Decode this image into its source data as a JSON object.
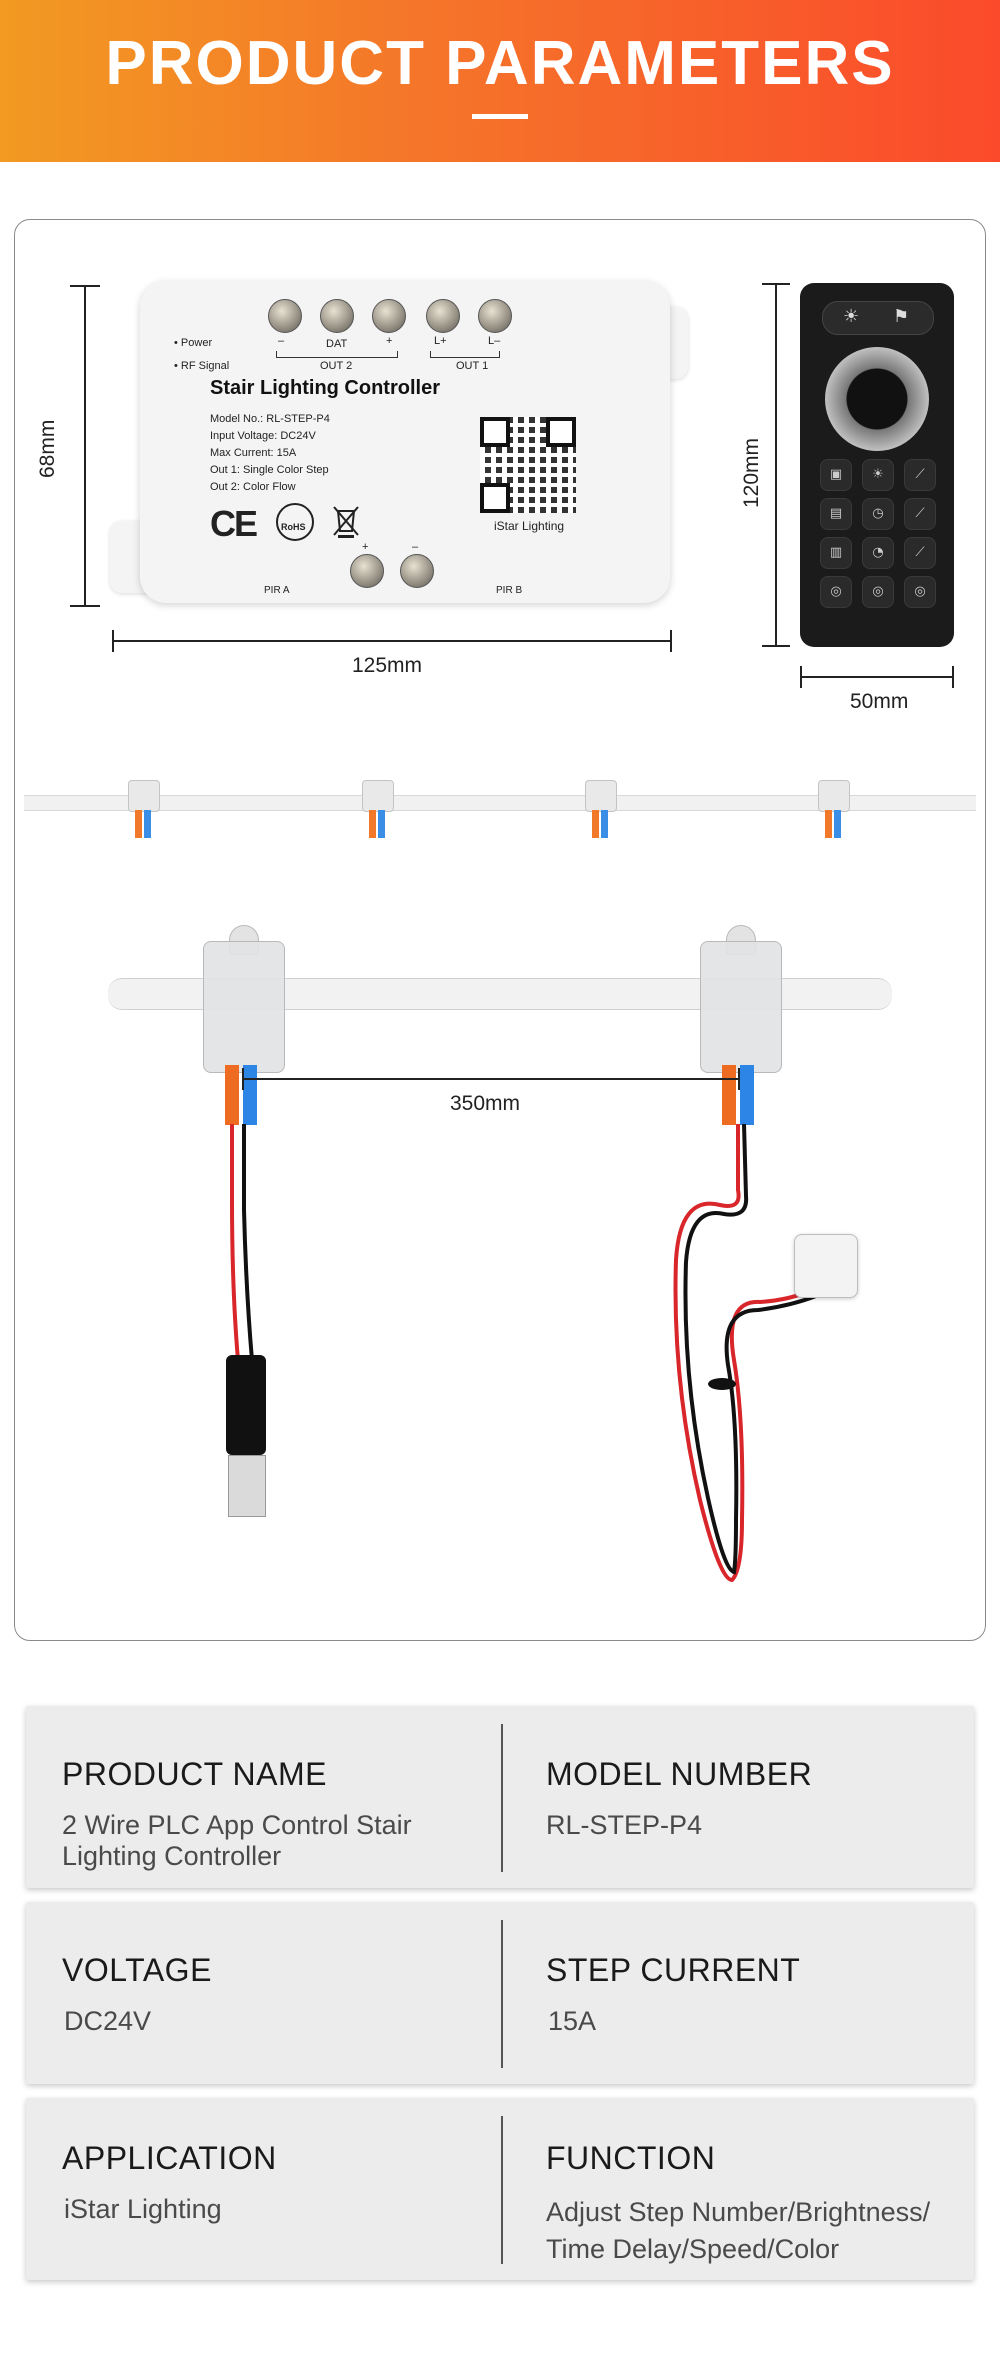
{
  "banner": {
    "title": "PRODUCT PARAMETERS"
  },
  "dimensions": {
    "controller_height": "68mm",
    "controller_width": "125mm",
    "remote_height": "120mm",
    "remote_width": "50mm",
    "spacing": "350mm"
  },
  "controller": {
    "title": "Stair Lighting Controller",
    "lines": [
      "Model No.: RL-STEP-P4",
      "Input Voltage: DC24V",
      "Max Current: 15A",
      "Out 1: Single Color Step",
      "Out 2: Color Flow"
    ],
    "indicators": [
      "Power",
      "RF Signal"
    ],
    "terminal_labels": {
      "minus": "–",
      "dat": "DAT",
      "plus": "+",
      "lplus": "L+",
      "lminus": "L–",
      "out2": "OUT 2",
      "out1": "OUT 1"
    },
    "bottom_labels": {
      "pir_a": "PIR A",
      "pir_b": "PIR B",
      "plus": "+",
      "minus": "–"
    },
    "qr_caption": "iStar Lighting",
    "marks": {
      "ce": "CE",
      "rohs": "RoHS"
    }
  },
  "remote": {
    "buttons": [
      "▣",
      "☀",
      "⟋",
      "▤",
      "◷",
      "⟋",
      "▥",
      "◔",
      "⟋",
      "◎",
      "◎",
      "◎"
    ]
  },
  "parameters": [
    {
      "left_label": "PRODUCT NAME",
      "left_value": "2 Wire PLC App Control Stair Lighting Controller",
      "right_label": "MODEL NUMBER",
      "right_value": "RL-STEP-P4"
    },
    {
      "left_label": "VOLTAGE",
      "left_value": "DC24V",
      "right_label": "STEP CURRENT",
      "right_value": "15A"
    },
    {
      "left_label": "APPLICATION",
      "left_value": "iStar Lighting",
      "right_label": "FUNCTION",
      "right_value": "Adjust Step Number/Brightness/ Time Delay/Speed/Color"
    }
  ],
  "colors": {
    "banner_start": "#f29a22",
    "banner_end": "#fb4a2b",
    "wire_red": "#d8262b",
    "wire_black": "#111111"
  }
}
